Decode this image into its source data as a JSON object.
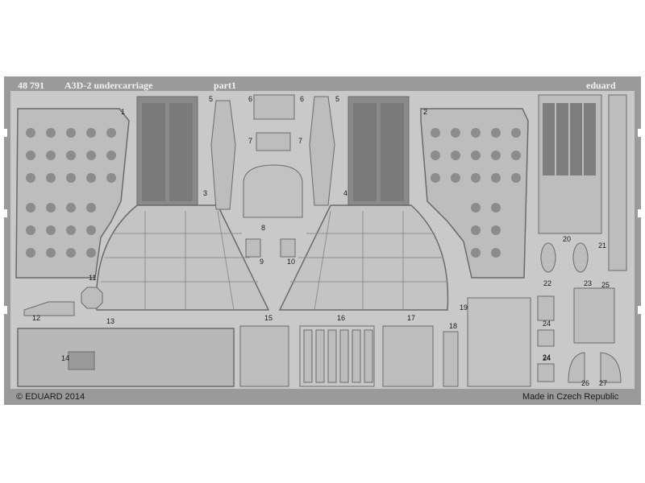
{
  "sheet": {
    "code": "48 791",
    "title": "A3D-2 undercarriage",
    "part": "part1",
    "brand": "eduard",
    "copyright": "© EDUARD 2014",
    "origin": "Made in Czech Republic"
  },
  "part_numbers": [
    "1",
    "2",
    "3",
    "4",
    "5",
    "5",
    "6",
    "6",
    "7",
    "7",
    "8",
    "9",
    "10",
    "11",
    "12",
    "13",
    "14",
    "15",
    "16",
    "17",
    "18",
    "19",
    "20",
    "21",
    "22",
    "23",
    "24",
    "24",
    "24",
    "25",
    "26",
    "27"
  ],
  "colors": {
    "frame": "#9a9a9a",
    "metal": "#c6c6c6",
    "metal_light": "#d8d8d8",
    "etched_dark": "#7d7d7d",
    "outline": "#6a6a6a"
  }
}
